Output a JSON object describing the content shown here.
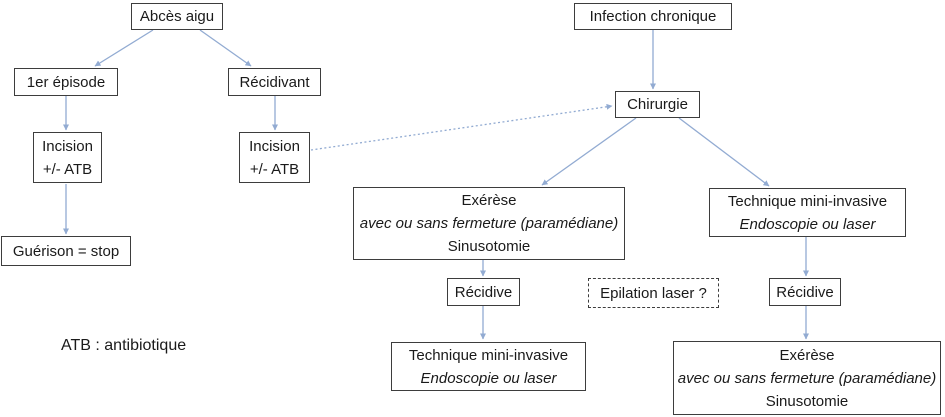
{
  "nodes": {
    "abces_aigu": "Abcès aigu",
    "infection_chronique": "Infection chronique",
    "premier_episode": "1er épisode",
    "recidivant": "Récidivant",
    "chirurgie": "Chirurgie",
    "incision_gauche": {
      "l1": "Incision",
      "l2": "+/- ATB"
    },
    "incision_droite": {
      "l1": "Incision",
      "l2": "+/- ATB"
    },
    "guerison": "Guérison = stop",
    "exerese_haut": {
      "l1": "Exérèse",
      "l2": "avec ou sans fermeture (paramédiane)",
      "l3": "Sinusotomie"
    },
    "technique_droite": {
      "l1": "Technique mini-invasive",
      "l2": "Endoscopie ou laser"
    },
    "recidive_gauche": "Récidive",
    "epilation_laser": "Epilation laser ?",
    "recidive_droite": "Récidive",
    "technique_bas": {
      "l1": "Technique mini-invasive",
      "l2": "Endoscopie ou laser"
    },
    "exerese_bas": {
      "l1": "Exérèse",
      "l2": "avec ou sans fermeture (paramédiane)",
      "l3": "Sinusotomie"
    }
  },
  "legend": {
    "atb": "ATB : antibiotique"
  },
  "colors": {
    "connector": "#92abd2",
    "box_border": "#3d3d3d",
    "text": "#1a1a1a",
    "background": "#ffffff"
  }
}
